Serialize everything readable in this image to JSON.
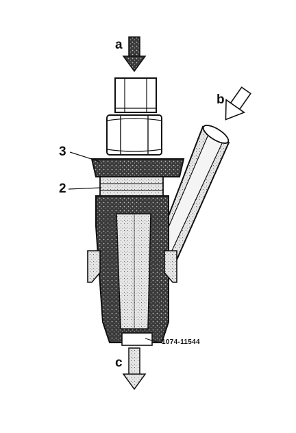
{
  "labels": {
    "inlet_top": "a",
    "inlet_side": "b",
    "outlet": "c",
    "part_3": "3",
    "part_2": "2",
    "figure_code": "1074-11544"
  },
  "colors": {
    "ink": "#111111",
    "stipple": "#2b2b2b",
    "light_fill": "#d9d9d9",
    "background": "#ffffff"
  }
}
